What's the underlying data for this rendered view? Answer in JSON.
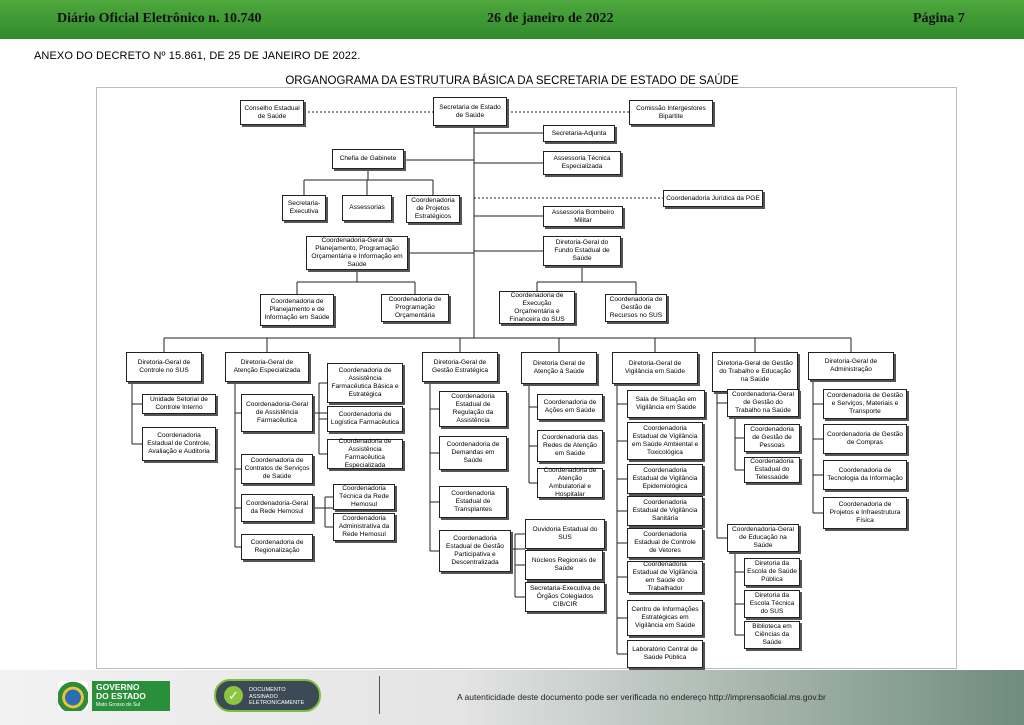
{
  "header": {
    "left": "Diário Oficial Eletrônico  n. 10.740",
    "center": "26 de janeiro de 2022",
    "right": "Página 7"
  },
  "annex": "ANEXO DO DECRETO Nº 15.861, DE 25 DE JANEIRO DE 2022.",
  "org_title": "ORGANOGRAMA DA ESTRUTURA BÁSICA DA SECRETARIA DE ESTADO DE SAÚDE",
  "boxes": [
    "Conselho Estadual de Saúde",
    "Secretaria de Estado de Saúde",
    "Comissão Intergestores Bipartite",
    "Secretaria-Adjunta",
    "Chefia de Gabinete",
    "Assessoria Técnica Especializada",
    "Secretaria-Executiva",
    "Assessorias",
    "Coordenadoria de Projetos Estratégicos",
    "Coordenadoria Jurídica da PGE",
    "Assessoria Bombeiro Militar",
    "Coordenadoria-Geral de Planejamento, Programação Orçamentária e Informação em Saúde",
    "Diretoria-Geral do Fundo Estadual de Saúde",
    "Coordenadoria de Planejamento e de Informação em Saúde",
    "Coordenadoria de Programação Orçamentária",
    "Coordenadoria de Execução Orçamentária e Financeira do SUS",
    "Coordenadoria de Gestão de Recursos no SUS",
    "Diretoria-Geral de Controle no SUS",
    "Unidade Setorial de Controle Interno",
    "Coordenadoria Estadual de Controle, Avaliação e Auditoria",
    "Diretoria-Geral de Atenção Especializada",
    "Coordenadoria-Geral de Assistência Farmacêutica",
    "Coordenadoria de Contratos de Serviços de Saúde",
    "Coordenadoria-Geral da Rede Hemosul",
    "Coordenadoria de Regionalização",
    "Coordenadoria de Assistência Farmacêutica Básica e Estratégica",
    "Coordenadoria de Logística Farmacêutica",
    "Coordenadoria de Assistência Farmacêutica Especializada",
    "Coordenadoria Técnica da Rede Hemosul",
    "Coordenadoria Administrativa da Rede Hemosul",
    "Diretoria-Geral de Gestão Estratégica",
    "Coordenadoria Estadual de Regulação da Assistência",
    "Coordenadoria de Demandas em Saúde",
    "Coordenadoria Estadual de Transplantes",
    "Coordenadoria Estadual de Gestão Participativa e Descentralizada",
    "Diretoria Geral de Atenção à Saúde",
    "Coordenadoria de Ações em Saúde",
    "Coordenadoria das Redes de Atenção em Saúde",
    "Coordenadoria de Atenção Ambulatorial e Hospitalar",
    "Ouvidoria Estadual do SUS",
    "Núcleos Regionais de Saúde",
    "Secretaria-Executiva de Órgãos Colegiados CIB/CIR",
    "Diretoria-Geral de Vigilância em Saúde",
    "Sala de Situação em Vigilância em Saúde",
    "Coordenadoria Estadual de Vigilância em Saúde Ambiental e Toxicológica",
    "Coordenadoria Estadual de Vigilância Epidemiológica",
    "Coordenadoria Estadual de Vigilância Sanitária",
    "Coordenadoria Estadual de Controle de Vetores",
    "Coordenadoria Estadual de Vigilância em Saúde do Trabalhador",
    "Centro de Informações Estratégicas em Vigilância em Saúde",
    "Laboratório Central de Saúde Pública",
    "Diretoria-Geral de Gestão do Trabalho e Educação na Saúde",
    "Coordenadoria-Geral de Gestão do Trabalho na Saúde",
    "Coordenadoria de Gestão de Pessoas",
    "Coordenadoria Estadual do Telessaúde",
    "Coordenadoria-Geral de Educação na Saúde",
    "Diretoria da Escola de Saúde Pública",
    "Diretoria da Escola Técnica do SUS",
    "Biblioteca em Ciências da Saúde",
    "Diretoria-Geral de Administração",
    "Coordenadoria de Gestão e Serviços, Materiais e Transporte",
    "Coordenadoria de Gestão de Compras",
    "Coordenadoria de Tecnologia da Informação",
    "Coordenadoria de Projetos e Infraestrutura Física"
  ],
  "footer": {
    "gov_line1": "GOVERNO",
    "gov_line2": "DO ESTADO",
    "gov_line3": "Mato Grosso do Sul",
    "seal_line1": "DOCUMENTO",
    "seal_line2": "ASSINADO",
    "seal_line3": "ELETRONICAMENTE",
    "auth_text": "A autenticidade deste documento pode ser verificada no endereço http://imprensaoficial.ms.gov.br"
  }
}
